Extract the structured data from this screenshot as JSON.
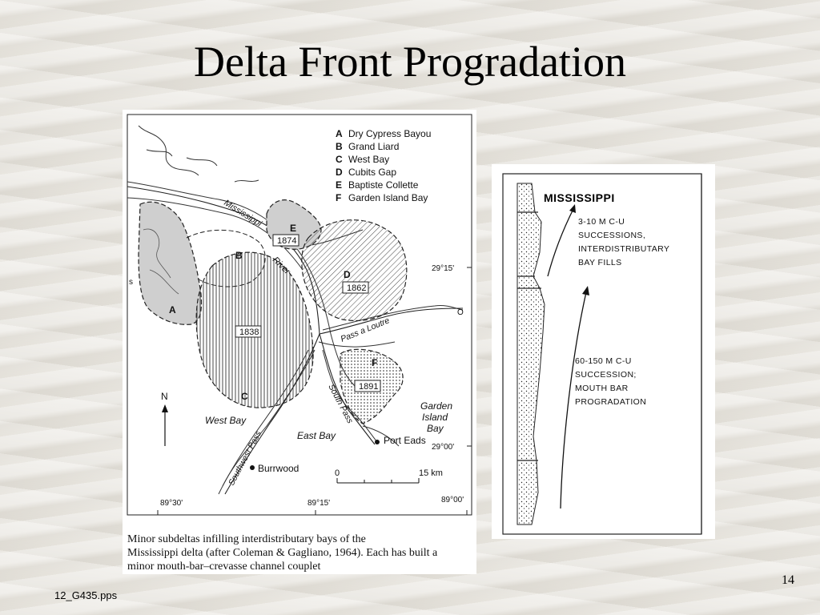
{
  "slide": {
    "title": "Delta Front Progradation",
    "footer": "12_G435.pps",
    "page_number": "14"
  },
  "map": {
    "legend": [
      {
        "key": "A",
        "name": "Dry Cypress Bayou"
      },
      {
        "key": "B",
        "name": "Grand Liard"
      },
      {
        "key": "C",
        "name": "West Bay"
      },
      {
        "key": "D",
        "name": "Cubits Gap"
      },
      {
        "key": "E",
        "name": "Baptiste Collette"
      },
      {
        "key": "F",
        "name": "Garden Island Bay"
      }
    ],
    "subdelta_years": {
      "E": "1874",
      "D": "1862",
      "C": "1838",
      "F": "1891"
    },
    "labels": {
      "mississippi": "Mississippi",
      "river": "River",
      "pass_a_loutre": "Pass a Loutre",
      "south_pass": "South Pass",
      "southwest_pass": "Southwest Pass",
      "west_bay": "West Bay",
      "east_bay": "East Bay",
      "garden_island_bay_1": "Garden",
      "garden_island_bay_2": "Island",
      "garden_island_bay_3": "Bay",
      "port_eads": "Port Eads",
      "burrwood": "Burrwood",
      "north": "N",
      "scale_zero": "0",
      "scale_max": "15 km",
      "lat_1": "29°15'",
      "lat_2": "29°00'",
      "lon_1": "89°30'",
      "lon_2": "89°15'",
      "lon_3": "89°00'",
      "left_edge": "s",
      "right_edge": "O"
    },
    "caption": "Minor subdeltas infilling interdistributary bays of the\nMississippi delta (after Coleman & Gagliano, 1964). Each has built a\nminor mouth-bar–crevasse channel couplet"
  },
  "column": {
    "title": "MISSISSIPPI",
    "upper_note": "3-10 M C-U\nSUCCESSIONS,\nINTERDISTRIBUTARY\nBAY FILLS",
    "lower_note": "60-150 M C-U\nSUCCESSION;\nMOUTH BAR\nPROGRADATION"
  }
}
